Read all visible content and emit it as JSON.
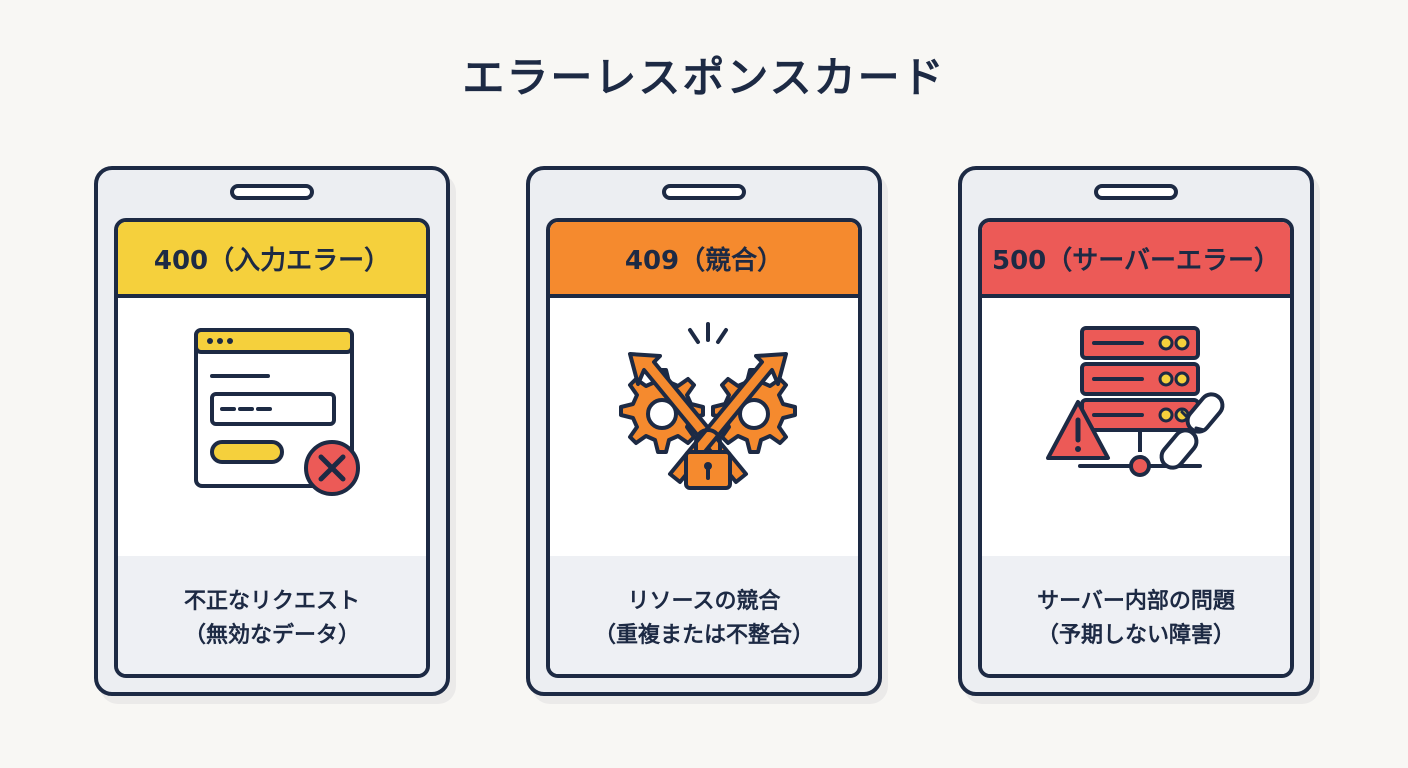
{
  "page": {
    "title": "エラーレスポンスカード"
  },
  "cards": [
    {
      "code_label": "400（入力エラー）",
      "line1": "不正なリクエスト",
      "line2": "（無効なデータ）",
      "icon": "form-error-icon",
      "color": "#f5d03c"
    },
    {
      "code_label": "409（競合）",
      "line1": "リソースの競合",
      "line2": "（重複または不整合）",
      "icon": "gear-conflict-lock-icon",
      "color": "#f58a2e"
    },
    {
      "code_label": "500（サーバーエラー）",
      "line1": "サーバー内部の問題",
      "line2": "（予期しない障害）",
      "icon": "server-warning-broken-link-icon",
      "color": "#ec5a57"
    }
  ]
}
